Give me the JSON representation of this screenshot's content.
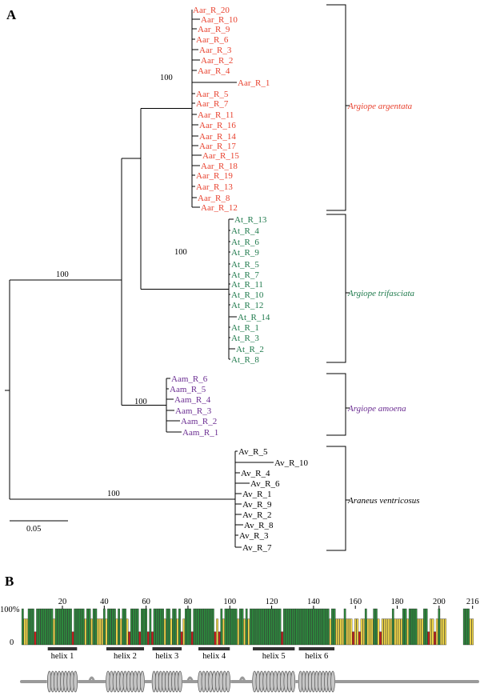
{
  "panels": {
    "a": "A",
    "b": "B"
  },
  "colors": {
    "argentata": "#e8412e",
    "trifasciata": "#1f7a4c",
    "amoena": "#6a2c91",
    "ventricosus": "#000000",
    "green": "#2e8b3e",
    "yellow": "#efd64a",
    "red": "#c8201f",
    "tube": "#9a9a9a"
  },
  "scale_bar": {
    "label": "0.05"
  },
  "clades": [
    {
      "key": "argentata",
      "label": "Argiope argentata",
      "leaves": [
        "Aar_R_20",
        "Aar_R_10",
        "Aar_R_9",
        "Aar_R_6",
        "Aar_R_3",
        "Aar_R_2",
        "Aar_R_4",
        "Aar_R_1",
        "Aar_R_5",
        "Aar_R_7",
        "Aar_R_11",
        "Aar_R_16",
        "Aar_R_14",
        "Aar_R_17",
        "Aar_R_15",
        "Aar_R_18",
        "Aar_R_19",
        "Aar_R_13",
        "Aar_R_8",
        "Aar_R_12"
      ]
    },
    {
      "key": "trifasciata",
      "label": "Argiope trifasciata",
      "leaves": [
        "At_R_13",
        "At_R_4",
        "At_R_6",
        "At_R_9",
        "At_R_5",
        "At_R_7",
        "At_R_11",
        "At_R_10",
        "At_R_12",
        "At_R_14",
        "At_R_1",
        "At_R_3",
        "At_R_2",
        "At_R_8"
      ]
    },
    {
      "key": "amoena",
      "label": "Argiope amoena",
      "leaves": [
        "Aam_R_6",
        "Aam_R_5",
        "Aam_R_4",
        "Aam_R_3",
        "Aam_R_2",
        "Aam_R_1"
      ]
    },
    {
      "key": "ventricosus",
      "label": "Araneus ventricosus",
      "leaves": [
        "Av_R_5",
        "Av_R_10",
        "Av_R_4",
        "Av_R_6",
        "Av_R_1",
        "Av_R_9",
        "Av_R_2",
        "Av_R_8",
        "Av_R_3",
        "Av_R_7"
      ]
    }
  ],
  "bootstrap": [
    "100",
    "100",
    "100",
    "100",
    "100"
  ],
  "conservation": {
    "axis_top": "100%",
    "axis_bottom": "0",
    "ticks": [
      "20",
      "40",
      "60",
      "80",
      "100",
      "120",
      "140",
      "160",
      "180",
      "200",
      "216"
    ],
    "length": 216,
    "helices": [
      {
        "label": "helix 1",
        "start": 13,
        "end": 27
      },
      {
        "label": "helix 2",
        "start": 41,
        "end": 59
      },
      {
        "label": "helix 3",
        "start": 63,
        "end": 77
      },
      {
        "label": "helix 4",
        "start": 85,
        "end": 100
      },
      {
        "label": "helix 5",
        "start": 111,
        "end": 131
      },
      {
        "label": "helix 6",
        "start": 133,
        "end": 150
      }
    ]
  }
}
